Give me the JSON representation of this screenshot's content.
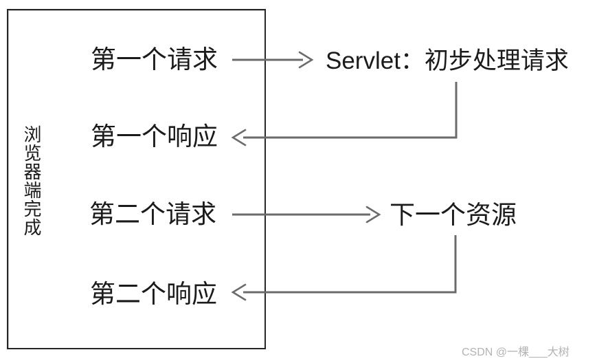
{
  "colors": {
    "connector": "#6b6b6b",
    "box_border": "#262626",
    "label_text": "#1b1b1b",
    "watermark_text": "#b3b3b3",
    "background": "#ffffff"
  },
  "diagram": {
    "browser_box_label": "浏览器端完成",
    "left_labels": [
      {
        "label": "第一个请求"
      },
      {
        "label": "第一个响应"
      },
      {
        "label": "第二个请求"
      },
      {
        "label": "第二个响应"
      }
    ],
    "right_labels": [
      {
        "label": "Servlet：初步处理请求"
      },
      {
        "label": "下一个资源"
      }
    ],
    "connections": [
      {
        "from": "第一个请求",
        "to": "Servlet：初步处理请求",
        "direction": "right"
      },
      {
        "from": "Servlet：初步处理请求",
        "to": "第一个响应",
        "direction": "left"
      },
      {
        "from": "第二个请求",
        "to": "下一个资源",
        "direction": "right"
      },
      {
        "from": "下一个资源",
        "to": "第二个响应",
        "direction": "left"
      }
    ]
  },
  "watermark": "CSDN @一棵___大树"
}
